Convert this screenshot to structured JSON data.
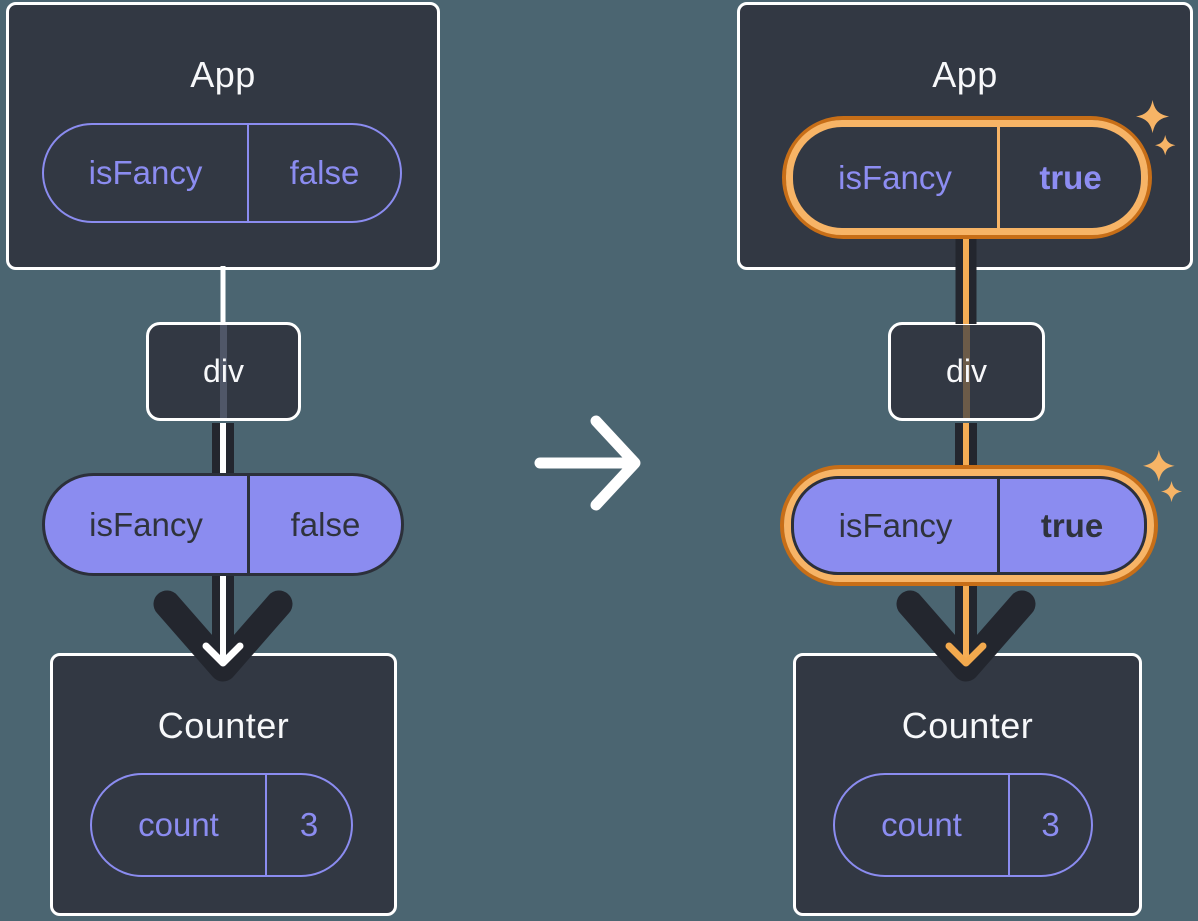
{
  "canvas": {
    "background": "#4B6571"
  },
  "colors": {
    "panel_fill": "#323843",
    "panel_border": "#FFFFFF",
    "purple": "#8B8CF0",
    "ink_dark": "#2C303A",
    "arrow_dark": "#23262E",
    "arrow_center_left": "#FFFFFF",
    "arrow_center_right": "#F4AD55",
    "highlight_orange_outer": "#C76E17",
    "highlight_orange_inner": "#F7B466",
    "sparkle": "#F7B466",
    "title_text": "#F7F8FA"
  },
  "before": {
    "app": {
      "title": "App",
      "prop": {
        "name": "isFancy",
        "value": "false"
      }
    },
    "div": {
      "label": "div"
    },
    "passed_prop": {
      "name": "isFancy",
      "value": "false"
    },
    "counter": {
      "title": "Counter",
      "state": {
        "name": "count",
        "value": "3"
      }
    }
  },
  "after": {
    "app": {
      "title": "App",
      "prop": {
        "name": "isFancy",
        "value": "true"
      }
    },
    "div": {
      "label": "div"
    },
    "passed_prop": {
      "name": "isFancy",
      "value": "true"
    },
    "counter": {
      "title": "Counter",
      "state": {
        "name": "count",
        "value": "3"
      }
    }
  }
}
